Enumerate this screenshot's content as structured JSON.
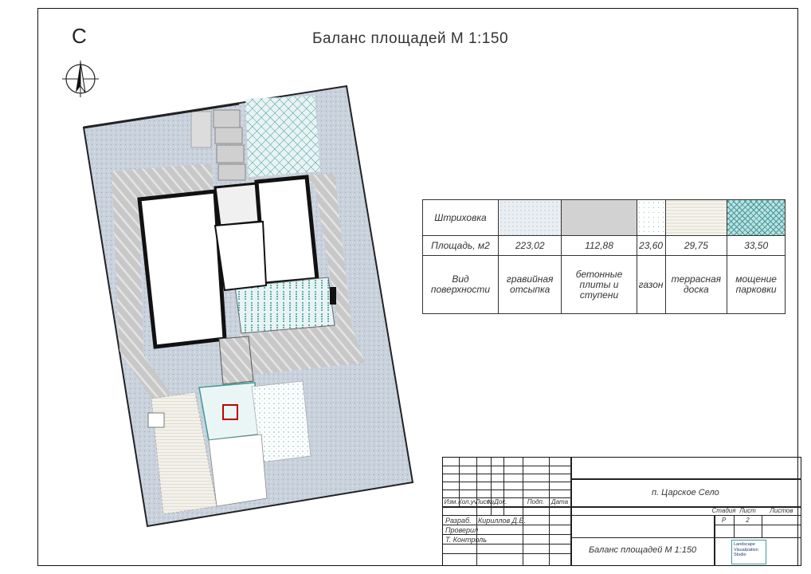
{
  "north_letter": "С",
  "title": "Баланс площадей М 1:150",
  "balance_table": {
    "row_labels": [
      "Штриховка",
      "Площадь, м2",
      "Вид поверхности"
    ],
    "columns": [
      {
        "area": "223,02",
        "surface": "гравийная отсыпка",
        "hatch": "gravel"
      },
      {
        "area": "112,88",
        "surface": "бетонные плиты и ступени",
        "hatch": "concrete"
      },
      {
        "area": "23,60",
        "surface": "газон",
        "hatch": "lawn"
      },
      {
        "area": "29,75",
        "surface": "террасная доска",
        "hatch": "deck"
      },
      {
        "area": "33,50",
        "surface": "мощение парковки",
        "hatch": "paving"
      }
    ]
  },
  "stamp": {
    "location": "п. Царское Село",
    "headers": [
      "Изм.",
      "Кол.уч",
      "Лист",
      "№Док.",
      "Подп.",
      "Дата"
    ],
    "rows": [
      {
        "role": "Разраб.",
        "name": "Кириллов Д.Е."
      },
      {
        "role": "Проверил",
        "name": ""
      },
      {
        "role": "Т. Контроль",
        "name": ""
      }
    ],
    "stage_label": "Стадия",
    "sheet_label": "Лист",
    "sheets_label": "Листов",
    "stage": "Р",
    "sheet": "2",
    "sheets": "",
    "drawing_title": "Баланс площадей М 1:150",
    "logo_text": [
      "Landscape",
      "Visualization",
      "Studio"
    ]
  },
  "colors": {
    "gravel": "#c9d2dc",
    "concrete": "#cfcfcf",
    "deck": "#f3f1ea",
    "paving": "#3f9a9a",
    "lawn_dot": "#5ab2a8"
  }
}
